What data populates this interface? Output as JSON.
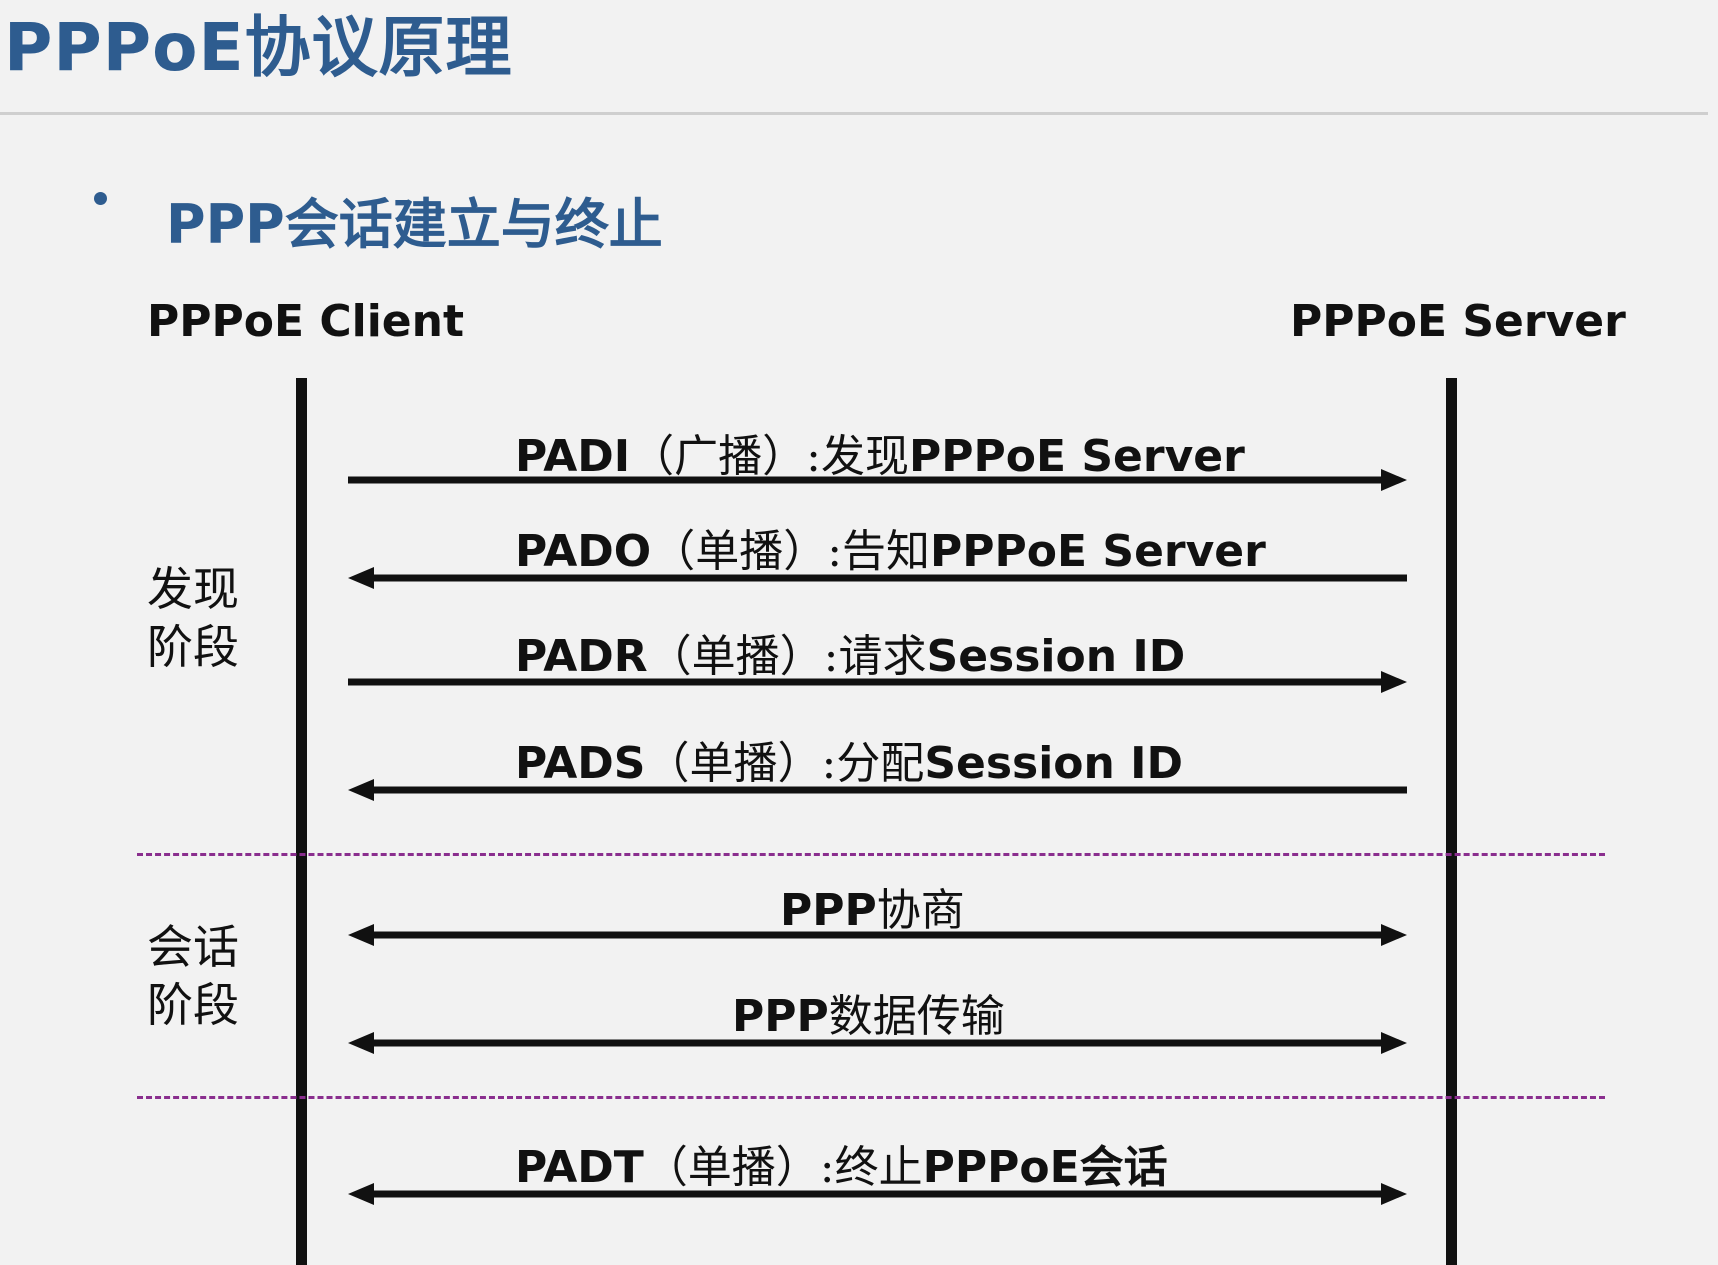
{
  "page_title": "PPPoE协议原理",
  "section_title": "PPP会话建立与终止",
  "parties": {
    "client": "PPPoE Client",
    "server": "PPPoE Server"
  },
  "phases": {
    "discovery": [
      "发现",
      "阶段"
    ],
    "session": [
      "会话",
      "阶段"
    ]
  },
  "messages": [
    {
      "id": "padi",
      "name": "PADI",
      "mode": "（广播）:",
      "desc_zh": "发现",
      "desc_en": "PPPoE Server",
      "direction": "right"
    },
    {
      "id": "pado",
      "name": "PADO",
      "mode": "（单播）:",
      "desc_zh": "告知",
      "desc_en": "PPPoE Server",
      "direction": "left"
    },
    {
      "id": "padr",
      "name": "PADR",
      "mode": "（单播）:",
      "desc_zh": "请求",
      "desc_en": "Session ID",
      "direction": "right"
    },
    {
      "id": "pads",
      "name": "PADS",
      "mode": "（单播）:",
      "desc_zh": "分配",
      "desc_en": "Session ID",
      "direction": "left"
    },
    {
      "id": "ppp-negotiation",
      "name": "PPP",
      "mode": "",
      "desc_zh": "协商",
      "desc_en": "",
      "direction": "both"
    },
    {
      "id": "ppp-data",
      "name": "PPP",
      "mode": "",
      "desc_zh": "数据传输",
      "desc_en": "",
      "direction": "both"
    },
    {
      "id": "padt",
      "name": "PADT",
      "mode": "（单播）:",
      "desc_zh": "终止",
      "desc_en": "PPPoE会话",
      "direction": "both"
    }
  ],
  "colors": {
    "title": "#2e5c8f",
    "divider": "#8a2e8e",
    "line": "#111111"
  }
}
